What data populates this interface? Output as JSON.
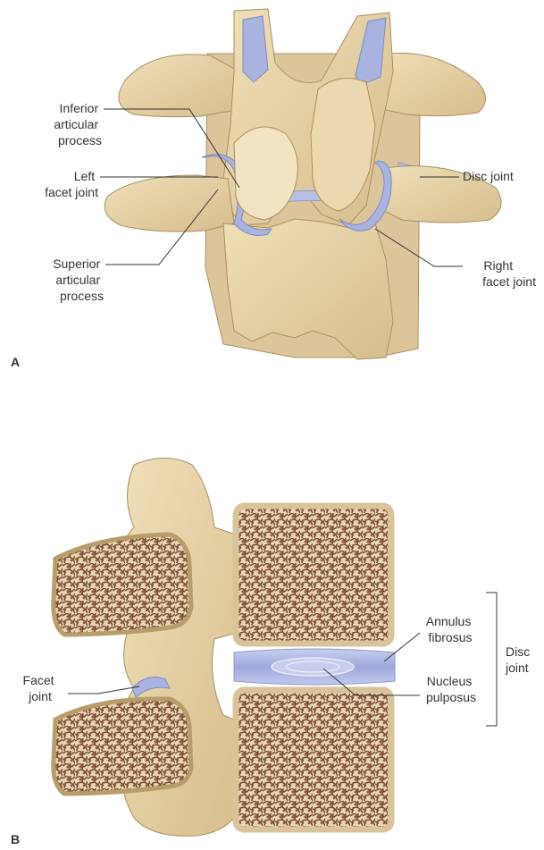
{
  "figure": {
    "panel_a": {
      "letter": "A",
      "labels": {
        "inferior_articular_process": [
          "Inferior",
          "articular",
          "process"
        ],
        "left_facet_joint": [
          "Left",
          "facet joint"
        ],
        "superior_articular_process": [
          "Superior",
          "articular",
          "process"
        ],
        "disc_joint": [
          "Disc joint"
        ],
        "right_facet_joint": [
          "Right",
          "facet joint"
        ]
      }
    },
    "panel_b": {
      "letter": "B",
      "labels": {
        "annulus_fibrosus": [
          "Annulus",
          "fibrosus"
        ],
        "nucleus_pulposus": [
          "Nucleus",
          "pulposus"
        ],
        "disc_joint": [
          "Disc",
          "joint"
        ],
        "facet_joint": [
          "Facet",
          "joint"
        ]
      }
    }
  },
  "colors": {
    "bone": "#e6d3a8",
    "bone_shadow": "#cdb584",
    "bone_outline": "#a88f5e",
    "cartilage": "#a9b3e0",
    "disc": "#b8bfe6",
    "spongy": "#7a4a33"
  }
}
